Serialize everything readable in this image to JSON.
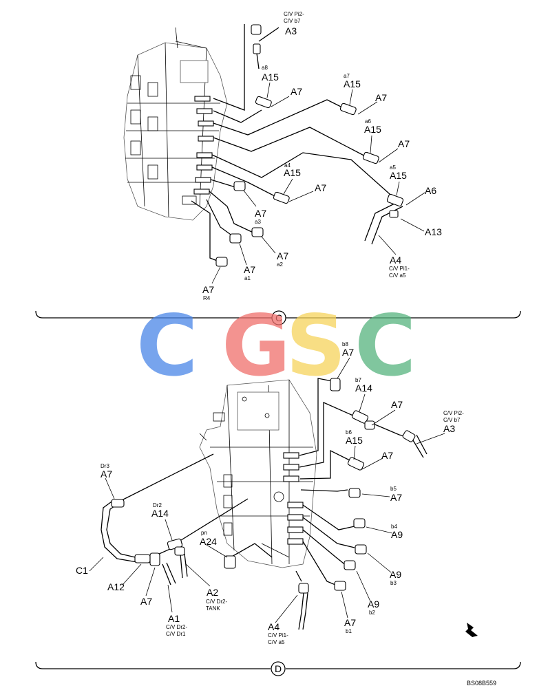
{
  "watermark": {
    "letters": [
      "C",
      "G",
      "S",
      "C"
    ],
    "colors": [
      "#4a86e8",
      "#ef6f6c",
      "#f6d35b",
      "#56b37e"
    ]
  },
  "sections": {
    "upper_marker": "C",
    "lower_marker": "D"
  },
  "upper_labels": {
    "a3_note1": "C/V Pi2-",
    "a3_note2": "C/V b7",
    "a3": "A3",
    "a8": "a8",
    "a15_1": "A15",
    "a7_1": "A7",
    "a7_sub": "a7",
    "a15_2": "A15",
    "a7_2": "A7",
    "a6_sub": "a6",
    "a15_3": "A15",
    "a7_3": "A7",
    "a4_sub": "a4",
    "a15_4": "A15",
    "a7_4": "A7",
    "a5_sub": "a5",
    "a15_5": "A15",
    "a6": "A6",
    "a13": "A13",
    "a7_5": "A7",
    "a3_sub": "a3",
    "a7_6": "A7",
    "a2_sub": "a2",
    "a7_7": "A7",
    "a1_sub": "a1",
    "a7_8": "A7",
    "r4_sub": "R4",
    "a4": "A4",
    "a4_note1": "C/V Pi1-",
    "a4_note2": "C/V a5"
  },
  "lower_labels": {
    "b8_sub": "b8",
    "a7_1": "A7",
    "b7_sub": "b7",
    "a14_1": "A14",
    "a7_2": "A7",
    "a3_note1": "C/V Pi2-",
    "a3_note2": "C/V b7",
    "a3": "A3",
    "b6_sub": "b6",
    "a15": "A15",
    "a7_3": "A7",
    "b5_sub": "b5",
    "a7_4": "A7",
    "b4_sub": "b4",
    "a9_1": "A9",
    "a9_2": "A9",
    "b3_sub": "b3",
    "a9_3": "A9",
    "b2_sub": "b2",
    "a7_5": "A7",
    "b1_sub": "b1",
    "dr3_sub": "Dr3",
    "a7_6": "A7",
    "dr2_sub": "Dr2",
    "a14_2": "A14",
    "pn_sub": "pn",
    "a24": "A24",
    "c1": "C1",
    "a12": "A12",
    "a7_7": "A7",
    "a1": "A1",
    "a1_note1": "C/V Dr2-",
    "a1_note2": "C/V Dr1",
    "a2": "A2",
    "a2_note1": "C/V Dr2-",
    "a2_note2": "TANK",
    "a4": "A4",
    "a4_note1": "C/V Pi1-",
    "a4_note2": "C/V a5"
  },
  "figure_code": "BS08B559"
}
